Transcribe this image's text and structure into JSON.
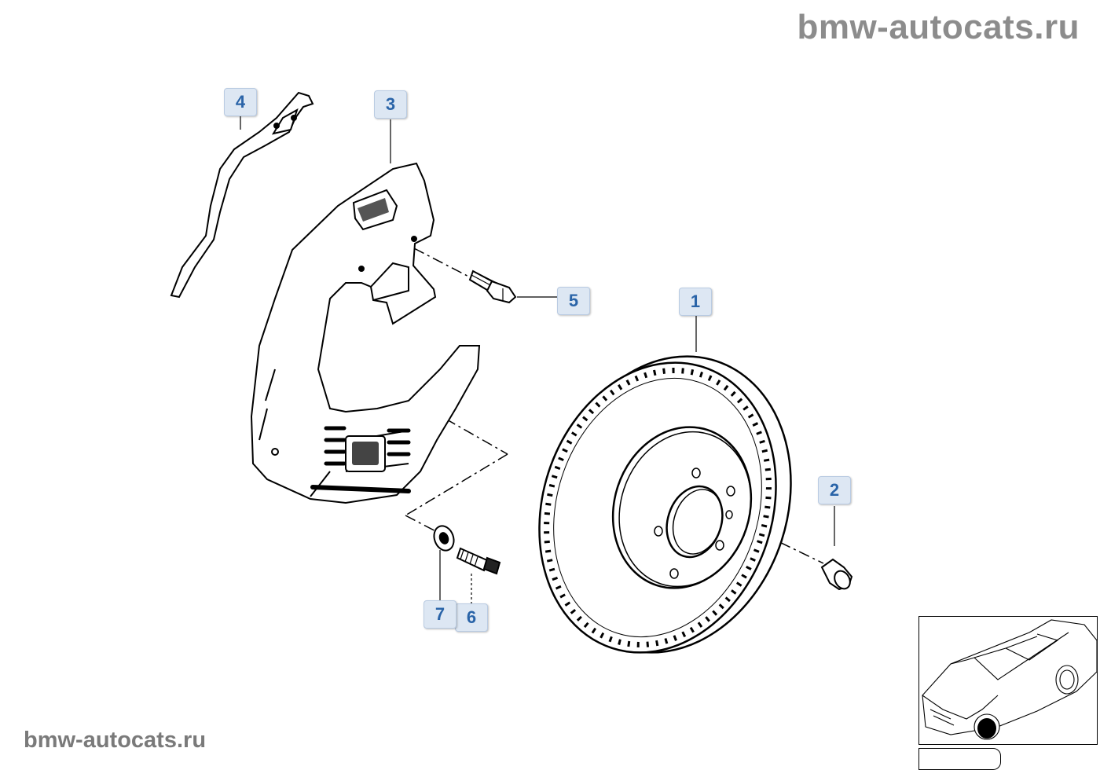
{
  "watermark": {
    "top": "bmw-autocats.ru",
    "bottom": "bmw-autocats.ru"
  },
  "callouts": [
    {
      "id": "1",
      "label": "1"
    },
    {
      "id": "2",
      "label": "2"
    },
    {
      "id": "3",
      "label": "3"
    },
    {
      "id": "4",
      "label": "4"
    },
    {
      "id": "5",
      "label": "5"
    },
    {
      "id": "6",
      "label": "6"
    },
    {
      "id": "7",
      "label": "7"
    }
  ],
  "colors": {
    "callout_bg": "#dde7f3",
    "callout_text": "#2a64a8",
    "watermark": "#8c8c8c",
    "line": "#000000"
  },
  "thumbnail": {
    "icon": "car-location-icon",
    "highlight": "front-left-wheel"
  }
}
